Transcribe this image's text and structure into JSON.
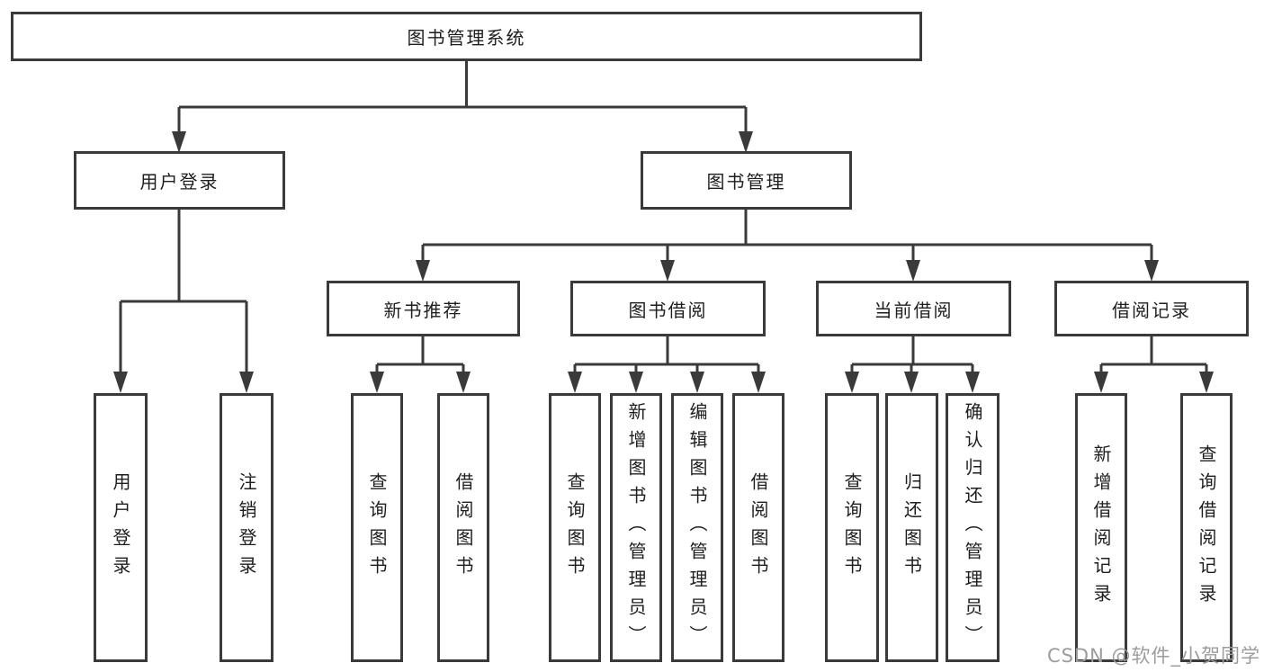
{
  "colors": {
    "line": "#3a3a3a",
    "text": "#1e1e1e",
    "watermark": "#9c9c9c"
  },
  "watermark": "CSDN @软件_小贺同学",
  "tree": {
    "label": "图书管理系统",
    "children": [
      {
        "label": "用户登录",
        "children": [
          {
            "label": "用户登录"
          },
          {
            "label": "注销登录"
          }
        ]
      },
      {
        "label": "图书管理",
        "children": [
          {
            "label": "新书推荐",
            "children": [
              {
                "label": "查询图书"
              },
              {
                "label": "借阅图书"
              }
            ]
          },
          {
            "label": "图书借阅",
            "children": [
              {
                "label": "查询图书"
              },
              {
                "label": "新增图书（管理员）"
              },
              {
                "label": "编辑图书（管理员）"
              },
              {
                "label": "借阅图书"
              }
            ]
          },
          {
            "label": "当前借阅",
            "children": [
              {
                "label": "查询图书"
              },
              {
                "label": "归还图书"
              },
              {
                "label": "确认归还（管理员）"
              }
            ]
          },
          {
            "label": "借阅记录",
            "children": [
              {
                "label": "新增借阅记录"
              },
              {
                "label": "查询借阅记录"
              }
            ]
          }
        ]
      }
    ]
  }
}
